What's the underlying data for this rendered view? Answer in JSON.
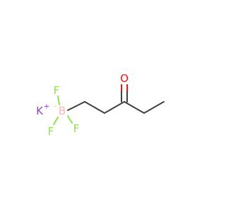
{
  "molecule": {
    "atoms": {
      "potassium": {
        "symbol": "K",
        "charge": "+",
        "color": "#8f40d4"
      },
      "boron": {
        "symbol": "B",
        "charge": "-",
        "color": "#ffb5b5"
      },
      "fluorine_top": {
        "symbol": "F",
        "color": "#90e050"
      },
      "fluorine_left": {
        "symbol": "F",
        "color": "#90e050"
      },
      "fluorine_right": {
        "symbol": "F",
        "color": "#90e050"
      },
      "oxygen": {
        "symbol": "O",
        "color": "#ff0d0d"
      }
    },
    "bond_color": "#404040"
  }
}
